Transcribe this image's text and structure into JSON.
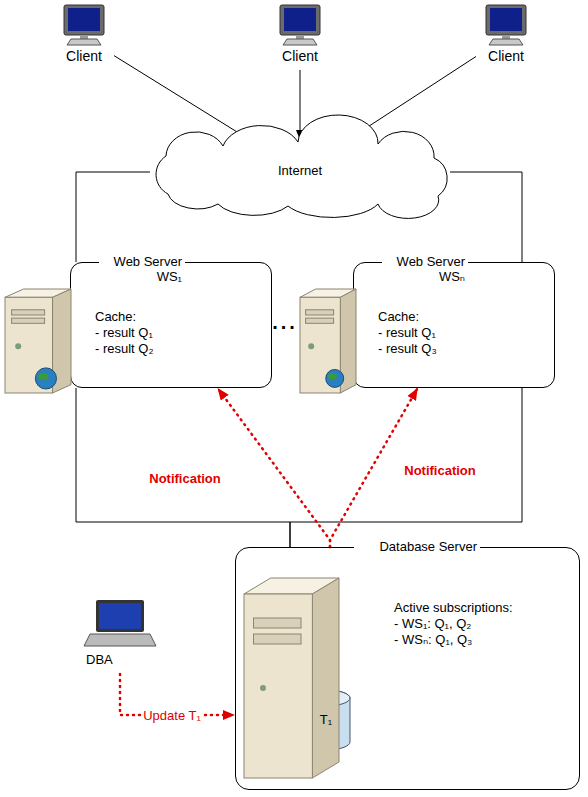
{
  "diagram": {
    "nodes": [
      {
        "text": [
          "Client"
        ]
      },
      {
        "text": [
          "Client"
        ]
      },
      {
        "text": [
          "Client"
        ]
      },
      {
        "text": [
          "Internet"
        ]
      },
      {
        "text": [
          "Web Server WS₁",
          "Cache:",
          "- result Q₁",
          "- result Q₂"
        ]
      },
      {
        "text": [
          "Web Server WSₙ",
          "Cache:",
          "- result Q₁",
          "- result Q₃"
        ]
      },
      {
        "text": [
          "Database Server",
          "Active subscriptions:",
          "- WS₁: Q₁, Q₂",
          "- WSₙ: Q₁, Q₃"
        ]
      },
      {
        "text": [
          "T₁"
        ],
        "in": 6
      },
      {
        "text": [
          "DBA"
        ]
      }
    ],
    "edges": [
      {
        "from": 0,
        "to": 3,
        "arrow": "to"
      },
      {
        "from": 1,
        "to": 3,
        "arrow": "to"
      },
      {
        "from": 2,
        "to": 3,
        "arrow": "to"
      },
      {
        "from": 3,
        "to": 4,
        "arrow": "none"
      },
      {
        "from": 3,
        "to": 5,
        "arrow": "none"
      },
      {
        "from": 4,
        "to": 6,
        "arrow": "none"
      },
      {
        "from": 5,
        "to": 6,
        "arrow": "none"
      },
      {
        "from": 6,
        "to": 4,
        "label": "Notification",
        "arrow": "to"
      },
      {
        "from": 6,
        "to": 5,
        "label": "Notification",
        "arrow": "to"
      },
      {
        "from": 8,
        "to": 6,
        "label": "Update T₁",
        "arrow": "to"
      }
    ],
    "labels": [
      "..."
    ]
  }
}
